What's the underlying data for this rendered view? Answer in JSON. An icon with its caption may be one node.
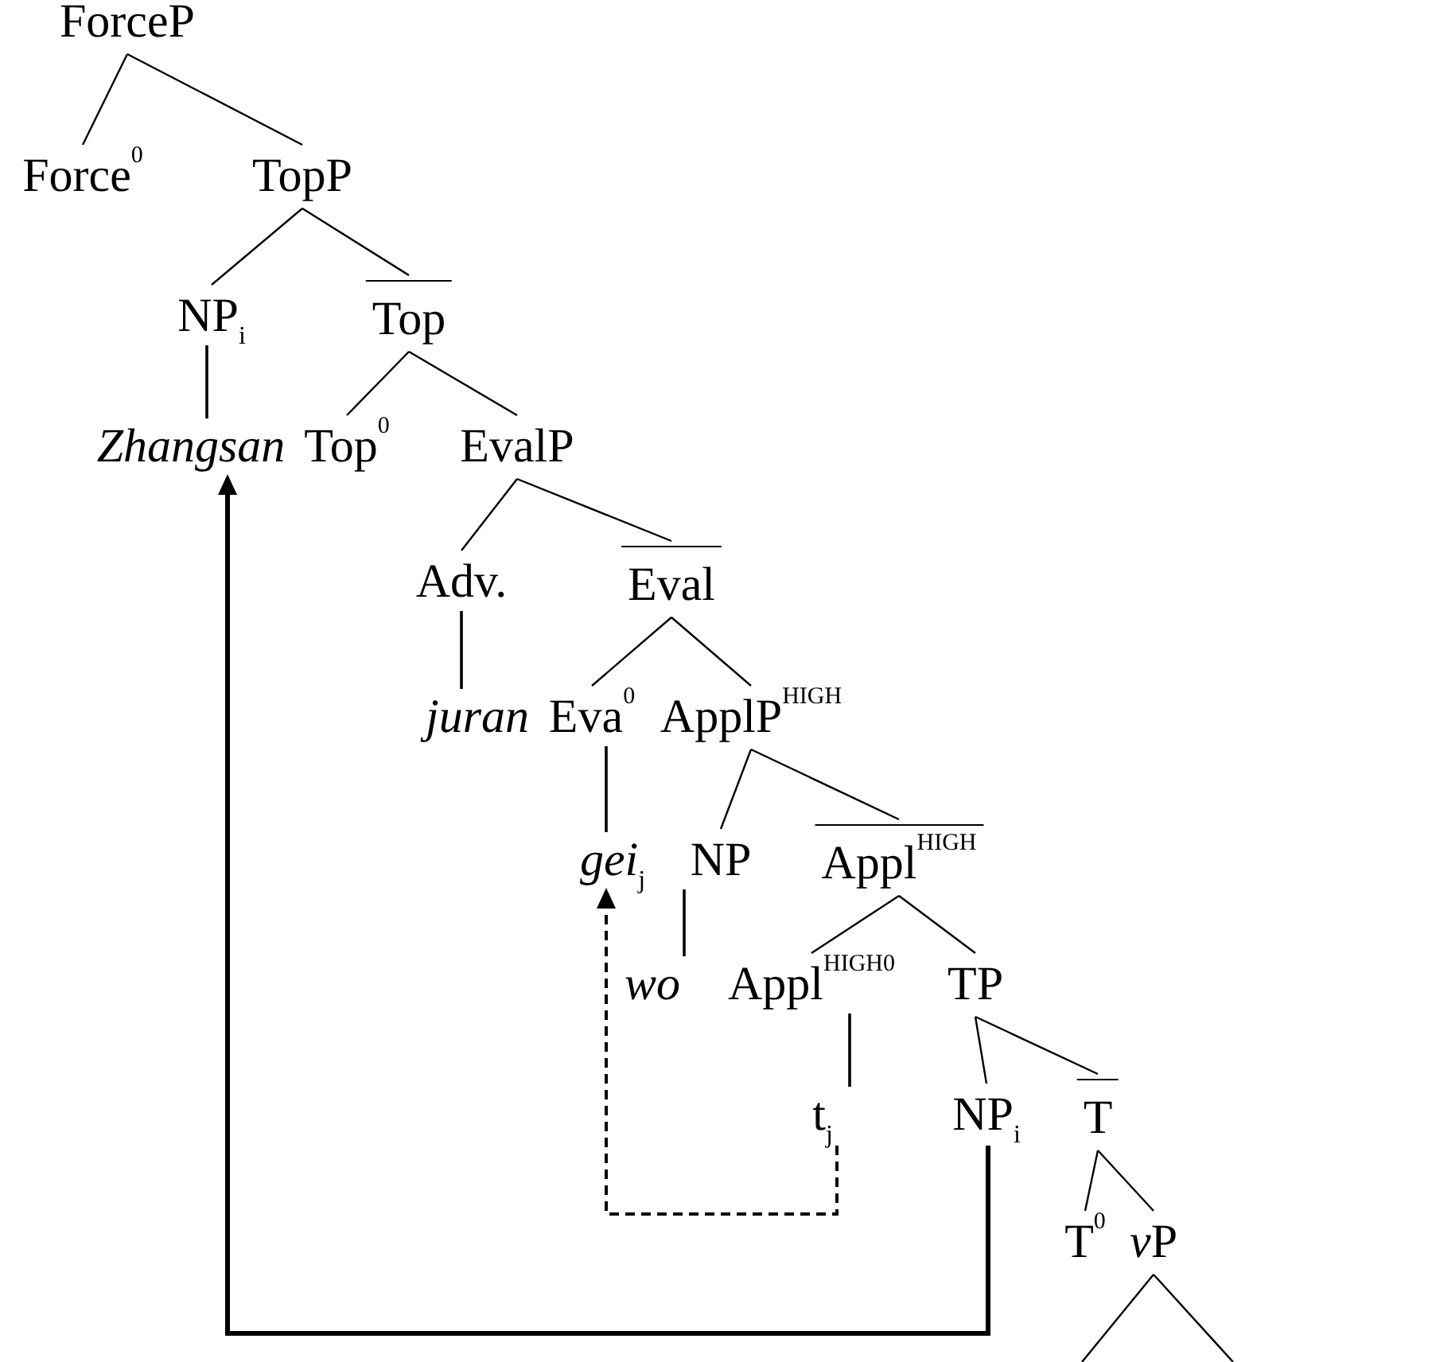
{
  "diagram": {
    "nodes": [
      {
        "text": [
          "ForceP"
        ]
      },
      {
        "text": [
          "Force$^{0}$"
        ]
      },
      {
        "text": [
          "TopP"
        ]
      },
      {
        "text": [
          "NP$_{i}$"
        ]
      },
      {
        "text": [
          "Top"
        ]
      },
      {
        "text": [
          "*Zhangsan*"
        ]
      },
      {
        "text": [
          "Top$^{0}$"
        ]
      },
      {
        "text": [
          "EvalP"
        ]
      },
      {
        "text": [
          "Adv."
        ]
      },
      {
        "text": [
          "Eval"
        ]
      },
      {
        "text": [
          "*juran*"
        ]
      },
      {
        "text": [
          "Eva$^{0}$"
        ]
      },
      {
        "text": [
          "ApplP$^{HIGH}$"
        ]
      },
      {
        "text": [
          "*gei*$_{j}$"
        ]
      },
      {
        "text": [
          "NP"
        ]
      },
      {
        "text": [
          "Appl$^{HIGH}$"
        ]
      },
      {
        "text": [
          "*wo*"
        ]
      },
      {
        "text": [
          "Appl$^{HIGH0}$"
        ]
      },
      {
        "text": [
          "TP"
        ]
      },
      {
        "text": [
          "t$_{j}$"
        ]
      },
      {
        "text": [
          "NP$_{i}$"
        ]
      },
      {
        "text": [
          "T"
        ]
      },
      {
        "text": [
          "T$^{0}$"
        ]
      },
      {
        "text": [
          "vP"
        ]
      }
    ],
    "edges": [
      {
        "from": 0,
        "to": 1,
        "arrow": "none"
      },
      {
        "from": 0,
        "to": 2,
        "arrow": "none"
      },
      {
        "from": 2,
        "to": 3,
        "arrow": "none"
      },
      {
        "from": 2,
        "to": 4,
        "arrow": "none"
      },
      {
        "from": 3,
        "to": 5,
        "arrow": "none"
      },
      {
        "from": 4,
        "to": 6,
        "arrow": "none"
      },
      {
        "from": 4,
        "to": 7,
        "arrow": "none"
      },
      {
        "from": 7,
        "to": 8,
        "arrow": "none"
      },
      {
        "from": 7,
        "to": 9,
        "arrow": "none"
      },
      {
        "from": 8,
        "to": 10,
        "arrow": "none"
      },
      {
        "from": 9,
        "to": 11,
        "arrow": "none"
      },
      {
        "from": 9,
        "to": 12,
        "arrow": "none"
      },
      {
        "from": 11,
        "to": 13,
        "arrow": "none"
      },
      {
        "from": 12,
        "to": 14,
        "arrow": "none"
      },
      {
        "from": 12,
        "to": 15,
        "arrow": "none"
      },
      {
        "from": 14,
        "to": 16,
        "arrow": "none"
      },
      {
        "from": 15,
        "to": 17,
        "arrow": "none"
      },
      {
        "from": 15,
        "to": 18,
        "arrow": "none"
      },
      {
        "from": 17,
        "to": 19,
        "arrow": "none"
      },
      {
        "from": 18,
        "to": 20,
        "arrow": "none"
      },
      {
        "from": 18,
        "to": 21,
        "arrow": "none"
      },
      {
        "from": 21,
        "to": 22,
        "arrow": "none"
      },
      {
        "from": 21,
        "to": 23,
        "arrow": "none"
      },
      {
        "from": 23,
        "to": null,
        "arrow": "none"
      },
      {
        "from": 23,
        "to": null,
        "arrow": "none"
      },
      {
        "from": 20,
        "to": 5,
        "arrow": "to",
        "style": "thick"
      },
      {
        "from": 19,
        "to": 13,
        "arrow": "to",
        "style": "dashed"
      }
    ]
  }
}
